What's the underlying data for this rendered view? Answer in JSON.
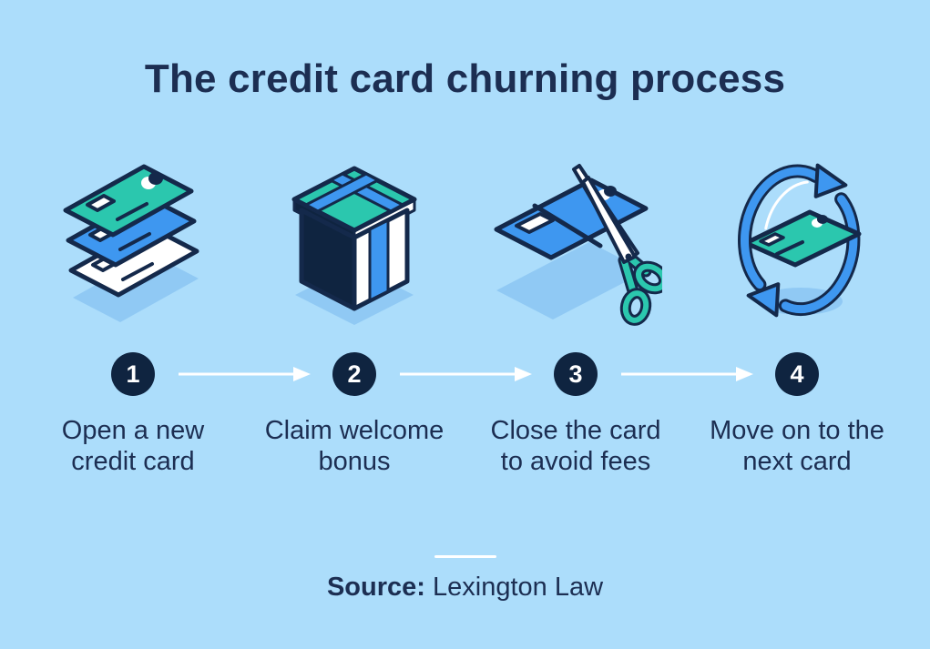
{
  "title": "The credit card churning process",
  "steps": [
    {
      "number": "1",
      "label": "Open a new credit card",
      "icon": "stacked-credit-cards-icon"
    },
    {
      "number": "2",
      "label": "Claim welcome bonus",
      "icon": "gift-box-icon"
    },
    {
      "number": "3",
      "label": "Close the card to avoid fees",
      "icon": "scissors-cutting-card-icon"
    },
    {
      "number": "4",
      "label": "Move on to the next card",
      "icon": "card-renewal-cycle-icon"
    }
  ],
  "footer": {
    "source_label": "Source:",
    "source_value": "Lexington Law"
  },
  "colors": {
    "bg": "#ACDDFB",
    "navy": "#14294B",
    "text-navy": "#1C2E52",
    "badge-navy": "#0F2440",
    "teal": "#2BC7AE",
    "blue": "#3E97F0",
    "shadow-blue": "#90C9F4",
    "white": "#FFFFFF"
  }
}
